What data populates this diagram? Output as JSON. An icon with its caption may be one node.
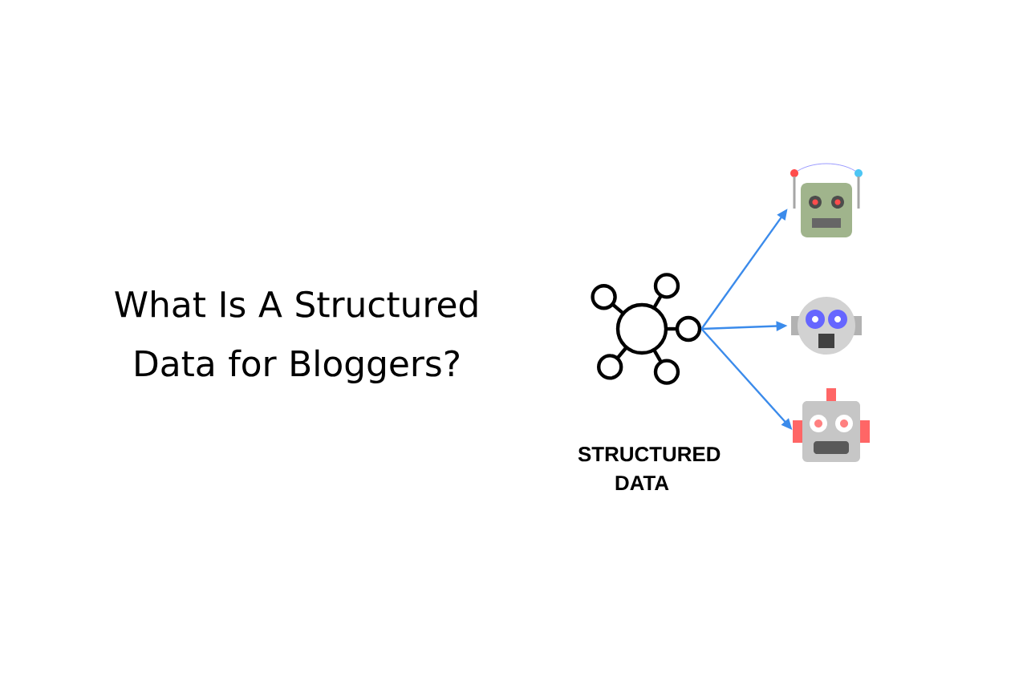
{
  "diagram": {
    "title": "What Is A Structured Data for Bloggers?",
    "nodes": [
      {
        "text": [
          "STRUCTURED DATA"
        ]
      },
      {
        "text": [],
        "shape": "picture"
      },
      {
        "text": [],
        "shape": "picture"
      },
      {
        "text": [],
        "shape": "picture"
      }
    ],
    "edges": [
      {
        "from": 0,
        "to": 1,
        "arrow": "to"
      },
      {
        "from": 0,
        "to": 2,
        "arrow": "to"
      },
      {
        "from": 0,
        "to": 3,
        "arrow": "to"
      }
    ]
  }
}
